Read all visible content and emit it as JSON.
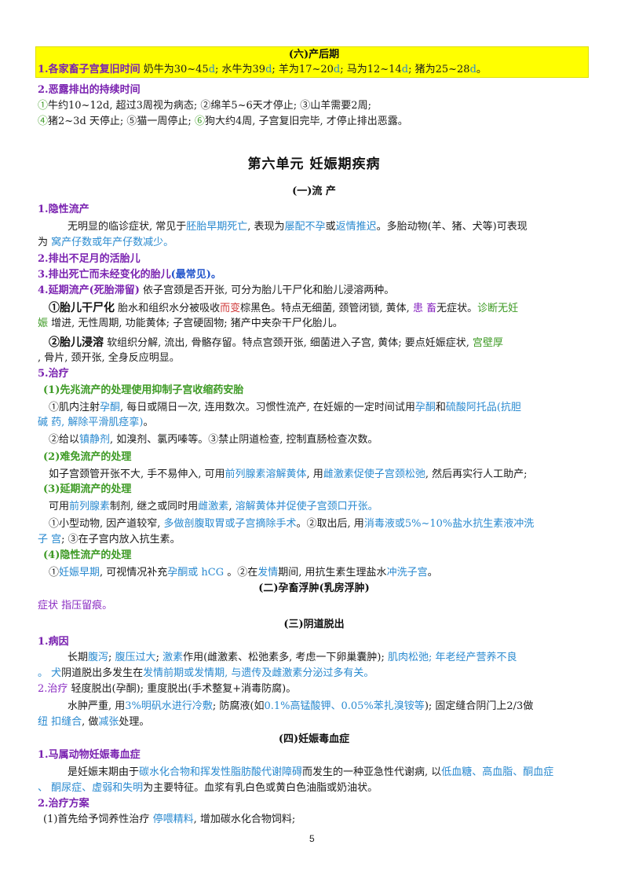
{
  "postpartum": {
    "title": "(六)产后期",
    "item1_label": "1.各家畜子宫复旧时间",
    "item1_p1": " 奶牛为30~45",
    "item1_d1": "d",
    "item1_p2": "; 水牛为39",
    "item1_d2": "d",
    "item1_p3": "; 羊为17~20",
    "item1_d3": "d",
    "item1_p4": "; 马为12~14",
    "item1_d4": "d",
    "item1_p5": "; 猪为25~28",
    "item1_d5": "d",
    "item1_p6": "。",
    "item2_label": "2.恶露排出的持续时间",
    "line1_n1": "①",
    "line1_a": "牛约10~12d, 超过3周视为病态; ②绵羊5~6天才停止;    ③山羊需要2周;",
    "line2_n1": "④",
    "line2_a": "猪2~3d 天停止; ⑤猫一周停止;     ",
    "line2_n2": "⑥",
    "line2_b": "狗大约4周, 子宫复旧完毕, 才停止排出恶露。"
  },
  "unit": {
    "title": "第六单元     妊娠期疾病"
  },
  "abortion": {
    "title": "(一)流 产",
    "s1": "1.隐性流产",
    "s1_t1": "无明显的临诊症状, 常见于",
    "s1_b1": "胚胎早期死亡",
    "s1_t2": ", 表现为",
    "s1_b2": "屡配不孕",
    "s1_t3": "或",
    "s1_b3": "返情推迟",
    "s1_t4": "。多胎动物(羊、猪、犬等)可表现",
    "s1_t5": "为 ",
    "s1_b5": "窝产仔数或年产仔数减少。",
    "s2": "2.排出不足月的活胎儿",
    "s3a": "3.排出死亡而未经变化的胎儿",
    "s3b": "(最常见)。",
    "s4a": "4.延期流产(死胎滞留)",
    "s4b": " 依子宫颈是否开张, 可分为胎儿干尸化和胎儿浸溶两种。",
    "m1_label": "①胎儿干尸化",
    "m1_t1": " 胎水和组织水分被吸收",
    "m1_r1": "而变",
    "m1_t2": "棕黑色。特点无细菌, 颈管闭锁, 黄体,     ",
    "m1_p1": "患 畜",
    "m1_t3": "无症状。",
    "m1_g1": "诊断无妊",
    "m1_g2": "娠",
    "m1_t4": " 增进, 无性周期, 功能黄体; 子宫硬固物; 猪产中夹杂干尸化胎儿。",
    "m2_label": "②胎儿浸溶",
    "m2_t1": " 软组织分解, 流出, 骨骼存留。特点宫颈开张, 细菌进入子宫, 黄体; 要点妊娠症状, ",
    "m2_g1": "宫壁厚",
    "m2_t2": "  , 骨片, 颈开张, 全身反应明显。",
    "s5": "5.治疗",
    "t1": "(1)先兆流产的处理使用抑制子宫收缩药安胎",
    "t1_l1a": "①肌内注射",
    "t1_l1b": "孕酮",
    "t1_l1c": ", 每日或隔日一次, 连用数次。习惯性流产, 在妊娠的一定时间试用",
    "t1_l1d": "孕酮",
    "t1_l1e": "和",
    "t1_l1f": "硫酸阿托品(抗胆",
    "t1_l2a": "碱  药, 解除平滑肌痉挛)",
    "t1_l2b": "。",
    "t1_l3a": "②给以",
    "t1_l3b": "镇静剂",
    "t1_l3c": ", 如溴剂、氯丙嗪等。③禁止阴道检查, 控制直肠检查次数。",
    "t2": "(2)难免流产的处理",
    "t2_a": "如子宫颈管开张不大, 手不易伸入, 可用",
    "t2_b": "前列腺素溶解黄体",
    "t2_c": ", 用",
    "t2_d": "雌激素促使子宫颈松弛",
    "t2_e": ", 然后再实行人工助产;",
    "t3": "(3)延期流产的处理",
    "t3_a": "可用",
    "t3_b": "前列腺素",
    "t3_c": "制剂, 继之或同时用",
    "t3_d": "雌激素",
    "t3_e": ", ",
    "t3_f": "溶解黄体并促使子宫颈口开张。",
    "t3_l2a": "①小型动物, 因产道较窄,   ",
    "t3_l2b": "多做剖腹取胃或子宫摘除手术",
    "t3_l2c": "。②取出后, 用",
    "t3_l2d": "消毒液或5%~10%盐水抗生素液冲洗",
    "t3_l3a": "子  宫",
    "t3_l3b": "; ③在子宫内放入抗生素。",
    "t4": "(4)隐性流产的处理",
    "t4_a": "①",
    "t4_b": "妊娠早期",
    "t4_c": ", 可视情况补充",
    "t4_d": "孕酮或 hCG",
    "t4_e": " 。②在",
    "t4_f": "发情",
    "t4_g": "期间, 用抗生素生理盐水",
    "t4_h": "冲洗子宫",
    "t4_i": "。"
  },
  "edema": {
    "title": "(二)孕畜浮肿(乳房浮肿)",
    "text": "症状  指压留痕。"
  },
  "prolapse": {
    "title": "(三)阴道脱出",
    "s1": "1.病因",
    "l1a": "长期",
    "l1b": "腹泻",
    "l1c": "; ",
    "l1d": "腹压过大",
    "l1e": "; ",
    "l1f": "激素",
    "l1g": "作用(雌激素、松弛素多, 考虑一下卵巢囊肿); ",
    "l1h": "肌肉松弛; 年老经产营养不良",
    "l2a": "。  ",
    "l2b": "犬",
    "l2c": "阴道脱出多发生在",
    "l2d": "发情前期或发情期, 与遗传及雌激素分泌过多有关。",
    "s2a": "2.治疗",
    "s2b": "  轻度脱出(孕酮); 重度脱出(手术整复+消毒防腐)。",
    "l3a": "水肿严重, 用",
    "l3b": "3%明矾水进行冷敷",
    "l3c": "; 防腐液(如",
    "l3d": "0.1%高锰酸钾、0.05%苯扎溴铵等",
    "l3e": "); 固定缝合阴门上2/3做",
    "l4a": "纽  扣缝合",
    "l4b": ", 做",
    "l4c": "减张",
    "l4d": "处理。"
  },
  "toxemia": {
    "title": "(四)妊娠毒血症",
    "s1": "1.马属动物妊娠毒血症",
    "l1a": "是妊娠末期由于",
    "l1b": "碳水化合物和挥发性脂肪酸代谢障碍",
    "l1c": "而发生的一种亚急性代谢病, 以",
    "l1d": "低血糖、高血脂、酮血症",
    "l2a": "、  酮尿症、虚弱和失明",
    "l2b": "为主要特征。血浆有乳白色或黄白色油脂或奶油状。",
    "s2": "2.治疗方案",
    "l3a": "(1)首先给予饲养性治疗  ",
    "l3b": "停喂精料",
    "l3c": ", 增加碳水化合物饲料;"
  },
  "footer": {
    "page_number": "5"
  }
}
